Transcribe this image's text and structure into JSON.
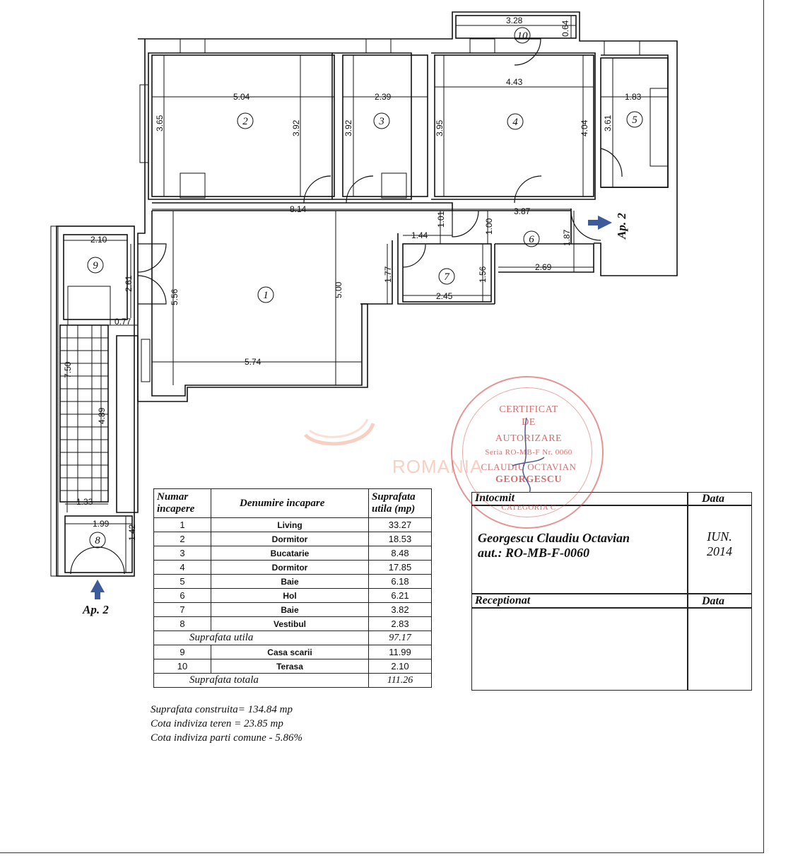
{
  "plan": {
    "room_numbers": [
      "1",
      "2",
      "3",
      "4",
      "5",
      "6",
      "7",
      "8",
      "9",
      "10"
    ],
    "dims": {
      "r10_w": "3.28",
      "r10_d": "0.64",
      "r2_w": "5.04",
      "r2_h_left": "3.65",
      "r2_h_right": "3.92",
      "r3_h": "3.92",
      "r3_w": "2.39",
      "r4_w": "4.43",
      "r4_h_left": "3.95",
      "r4_h_right": "4.04",
      "r5_h": "3.61",
      "r5_w": "1.83",
      "r1_top": "8.14",
      "r1_h": "5.56",
      "r1_h2": "5.00",
      "r1_bottom": "5.74",
      "r1_step": "1.77",
      "r6_a": "1.01",
      "r6_b": "1.44",
      "r6_c": "1.00",
      "r6_w": "3.87",
      "r6_h": "1.87",
      "r6_bottom": "2.69",
      "r7_h": "1.56",
      "r7_w": "2.45",
      "r9_w": "2.10",
      "r9_h": "2.61",
      "r9_step": "0.77",
      "stair_total": "7.50",
      "stair_run": "4.89",
      "landing": "1.33",
      "r8_w": "1.99",
      "r8_h": "1.42"
    },
    "entrance_right": "Ap. 2",
    "entrance_bottom": "Ap. 2"
  },
  "table": {
    "headers": [
      "Numar incapere",
      "Denumire incapare",
      "Suprafata utila  (mp)"
    ],
    "rows": [
      {
        "nr": "1",
        "name": "Living",
        "area": "33.27"
      },
      {
        "nr": "2",
        "name": "Dormitor",
        "area": "18.53"
      },
      {
        "nr": "3",
        "name": "Bucatarie",
        "area": "8.48"
      },
      {
        "nr": "4",
        "name": "Dormitor",
        "area": "17.85"
      },
      {
        "nr": "5",
        "name": "Baie",
        "area": "6.18"
      },
      {
        "nr": "6",
        "name": "Hol",
        "area": "6.21"
      },
      {
        "nr": "7",
        "name": "Baie",
        "area": "3.82"
      },
      {
        "nr": "8",
        "name": "Vestibul",
        "area": "2.83"
      }
    ],
    "subtotal_label": "Suprafata utila",
    "subtotal": "97.17",
    "extra_rows": [
      {
        "nr": "9",
        "name": "Casa scarii",
        "area": "11.99"
      },
      {
        "nr": "10",
        "name": "Terasa",
        "area": "2.10"
      }
    ],
    "total_label": "Suprafata totala",
    "total": "111.26"
  },
  "notes": [
    "Suprafata construita= 134.84 mp",
    "Cota indiviza teren = 23.85 mp",
    "Cota indiviza parti comune - 5.86%"
  ],
  "sign_box": {
    "intocmit_label": "Intocmit",
    "data_label": "Data",
    "author": "Georgescu Claudiu Octavian",
    "authorization": "aut.: RO-MB-F-0060",
    "date_month": "IUN.",
    "date_year": "2014",
    "receptionat_label": "Receptionat",
    "data_label_2": "Data"
  },
  "stamp": {
    "line1": "CERTIFICAT",
    "line2": "DE",
    "line3": "AUTORIZARE",
    "line4": "Seria RO-MB-F  Nr. 0060",
    "line5": "CLAUDIU OCTAVIAN",
    "line6": "GEORGESCU",
    "line7": "CATEGORIA C"
  },
  "watermark": "ROMANIA",
  "colors": {
    "ink": "#111111",
    "stamp": "#d23c3c",
    "arrow": "#3b5b9a"
  }
}
